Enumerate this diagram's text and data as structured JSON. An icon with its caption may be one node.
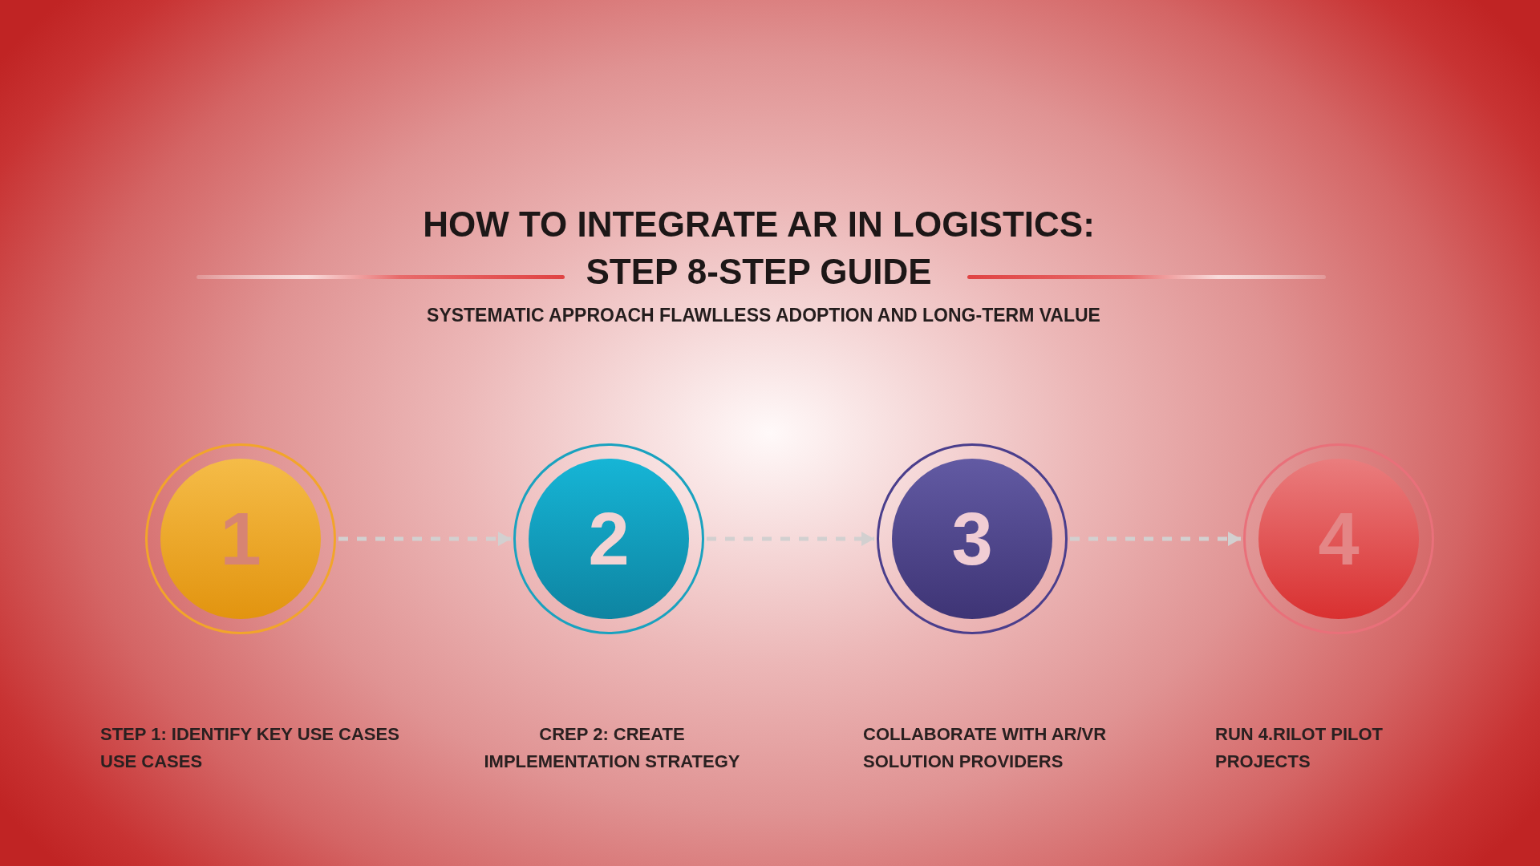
{
  "diagram": {
    "title": "HOW TO INTEGRATE AR IN LOGISTICS: STEP 8-STEP GUIDE",
    "nodes": [
      {
        "text": [
          "1"
        ]
      },
      {
        "text": [
          "2"
        ]
      },
      {
        "text": [
          "3"
        ]
      },
      {
        "text": [
          "4"
        ]
      }
    ],
    "edges": [
      {
        "from": 0,
        "to": 1,
        "arrow": "to",
        "style": "dashed"
      },
      {
        "from": 1,
        "to": 2,
        "arrow": "to",
        "style": "dashed"
      },
      {
        "from": 2,
        "to": 3,
        "arrow": "to",
        "style": "dashed"
      }
    ],
    "labels": [
      "SYSTEMATIC APPROACH FLAWLLESS ADOPTION AND LONG-TERM VALUE",
      "STEP 1: IDENTIFY KEY USE CASES USE CASES",
      "CREP 2: CREATE IMPLEMENTATION STRATEGY",
      "COLLABORATE WITH AR/VR SOLUTION PROVIDERS",
      "RUN 4.RILOT PILOT PROJECTS"
    ]
  }
}
